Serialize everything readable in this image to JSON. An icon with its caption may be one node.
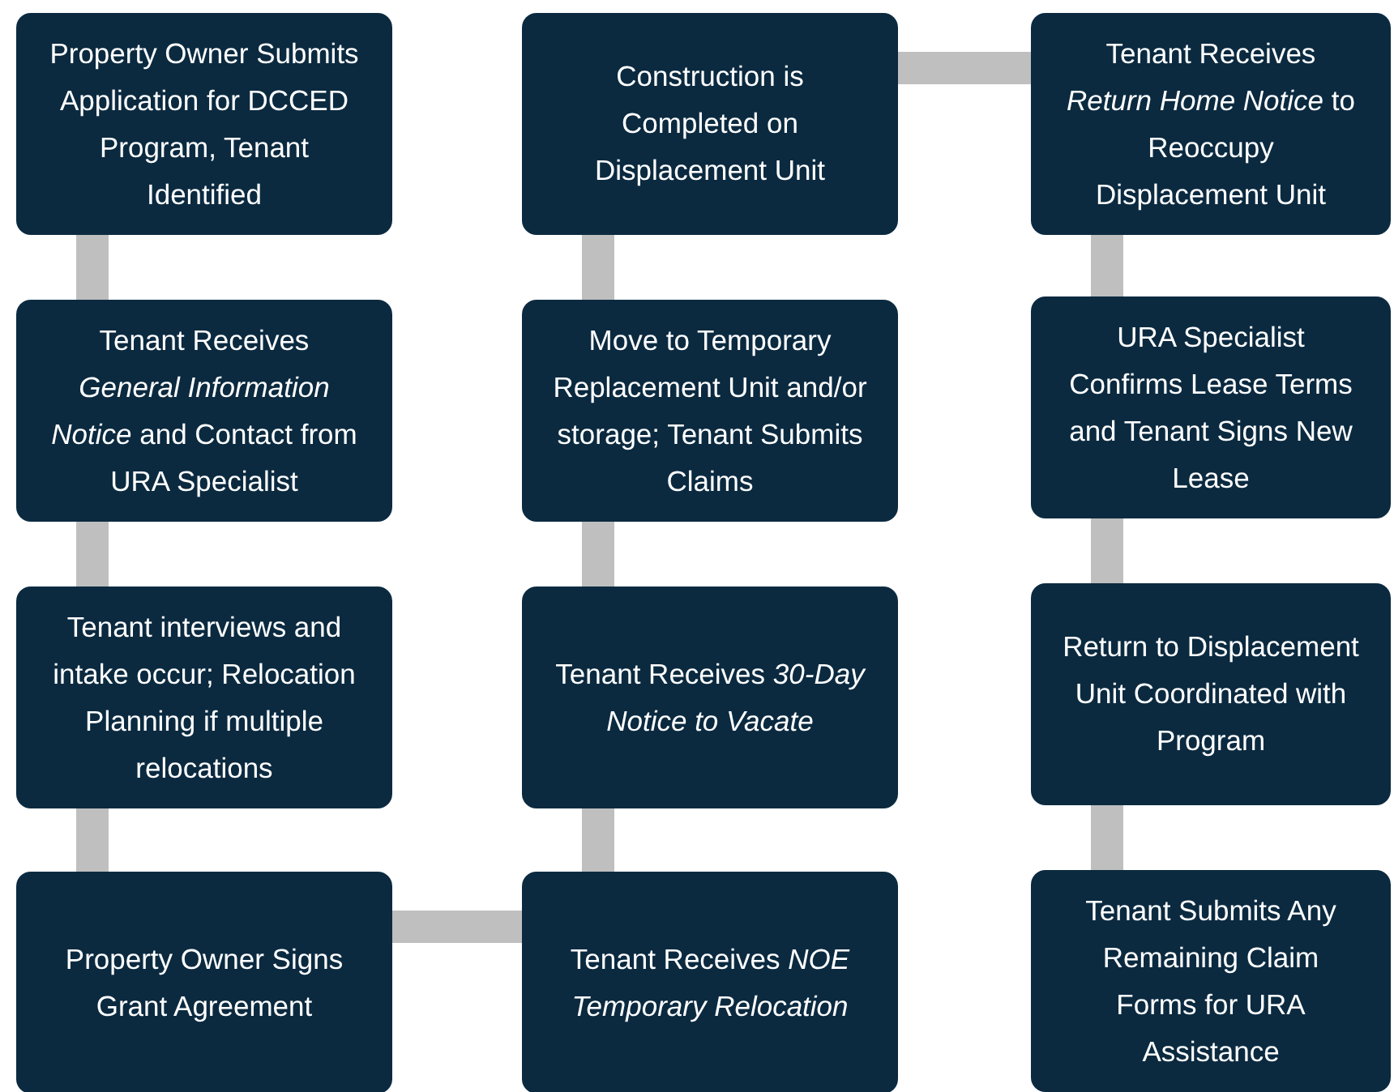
{
  "diagram": {
    "nodes": [
      {
        "text": [
          "Property Owner Submits Application for DCCED Program, Tenant Identified"
        ]
      },
      {
        "text": [
          "Tenant Receives *General Information Notice* and Contact from URA Specialist"
        ]
      },
      {
        "text": [
          "Tenant interviews and intake occur; Relocation Planning if multiple relocations"
        ]
      },
      {
        "text": [
          "Property Owner Signs Grant Agreement"
        ]
      },
      {
        "text": [
          "Tenant Receives *NOE Temporary Relocation*"
        ]
      },
      {
        "text": [
          "Tenant Receives *30-Day Notice to Vacate*"
        ]
      },
      {
        "text": [
          "Move to Temporary Replacement Unit and/or storage; Tenant Submits Claims"
        ]
      },
      {
        "text": [
          "Construction is Completed on Displacement Unit"
        ]
      },
      {
        "text": [
          "Tenant Receives *Return Home Notice* to Reoccupy Displacement Unit"
        ]
      },
      {
        "text": [
          "URA Specialist Confirms Lease Terms and Tenant Signs New Lease"
        ]
      },
      {
        "text": [
          "Return to Displacement Unit Coordinated with Program"
        ]
      },
      {
        "text": [
          "Tenant Submits Any Remaining Claim Forms for URA Assistance"
        ]
      }
    ],
    "edges": [
      {
        "from": 0,
        "to": 1,
        "arrow": "none"
      },
      {
        "from": 1,
        "to": 2,
        "arrow": "none"
      },
      {
        "from": 2,
        "to": 3,
        "arrow": "none"
      },
      {
        "from": 3,
        "to": 4,
        "arrow": "none"
      },
      {
        "from": 4,
        "to": 5,
        "arrow": "none"
      },
      {
        "from": 5,
        "to": 6,
        "arrow": "none"
      },
      {
        "from": 6,
        "to": 7,
        "arrow": "none"
      },
      {
        "from": 7,
        "to": 8,
        "arrow": "none"
      },
      {
        "from": 8,
        "to": 9,
        "arrow": "none"
      },
      {
        "from": 9,
        "to": 10,
        "arrow": "none"
      },
      {
        "from": 10,
        "to": 11,
        "arrow": "none"
      }
    ]
  }
}
